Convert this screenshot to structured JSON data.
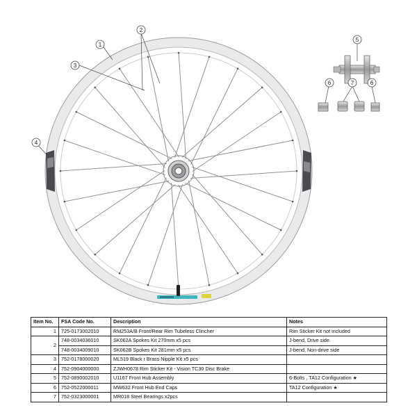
{
  "callouts": [
    {
      "id": "1",
      "label": "1"
    },
    {
      "id": "2",
      "label": "2"
    },
    {
      "id": "3",
      "label": "3"
    },
    {
      "id": "4",
      "label": "4"
    },
    {
      "id": "5",
      "label": "5"
    },
    {
      "id": "6a",
      "label": "6"
    },
    {
      "id": "7",
      "label": "7"
    },
    {
      "id": "6b",
      "label": "6"
    }
  ],
  "table": {
    "headers": [
      "Item No.",
      "FSA Code No.",
      "Description",
      "Notes"
    ],
    "rows": [
      {
        "item": "1",
        "code": "725-0173002010",
        "description": "RM253A/B Front/Rear Rim Tubeless Clincher",
        "notes": "Rim Sticker Kit not included"
      },
      {
        "item": "2",
        "code": "748-0034036010",
        "description": "SK062A Spokes Kit 270mm x5 pcs",
        "notes": "J-bend, Drive side"
      },
      {
        "item": "",
        "code": "748-0034009010",
        "description": "SK062B Spokes Kit 281mm x5 pcs",
        "notes": "J-bend, Non-drive side"
      },
      {
        "item": "3",
        "code": "752-0178000020",
        "description": "ML519 Black r Brass Nipple Kit x5 pcs",
        "notes": ""
      },
      {
        "item": "4",
        "code": "752-0904000000",
        "description": "ZJWH0678 Rim Sticker Kit - Vision TC30 Disc Brake",
        "notes": ""
      },
      {
        "item": "5",
        "code": "752-0890002010",
        "description": "U1167 Front Hub Assembly",
        "notes": "6-Bolts , TA12 Configuration ★"
      },
      {
        "item": "6",
        "code": "752-0522000011",
        "description": "MW632 Front Hub End Caps",
        "notes": "TA12 Configuration ★"
      },
      {
        "item": "7",
        "code": "752-0323000001",
        "description": "MR018 Steel Bearings x2pcs",
        "notes": ""
      }
    ]
  }
}
